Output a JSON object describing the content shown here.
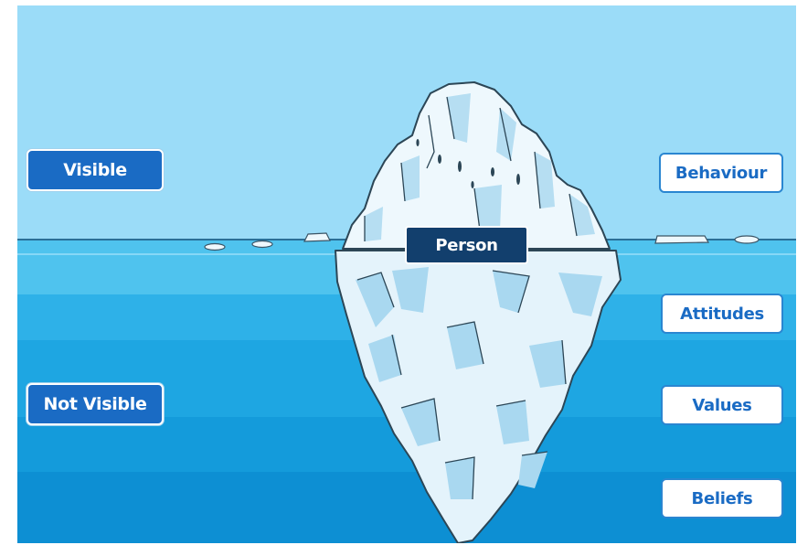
{
  "labels": {
    "visible": "Visible",
    "not_visible": "Not Visible",
    "person": "Person",
    "behaviour": "Behaviour",
    "attitudes": "Attitudes",
    "values": "Values",
    "beliefs": "Beliefs"
  },
  "colors": {
    "sky": "#9bdcf8",
    "water_surface": "#49bfeb",
    "water_mid": "#1ba3e0",
    "water_deep": "#0e8fd4",
    "ice": "#ecf7fc",
    "ice_shadow": "#b6def2",
    "label_blue": "#1a6bc4",
    "label_navy": "#123f6d"
  }
}
